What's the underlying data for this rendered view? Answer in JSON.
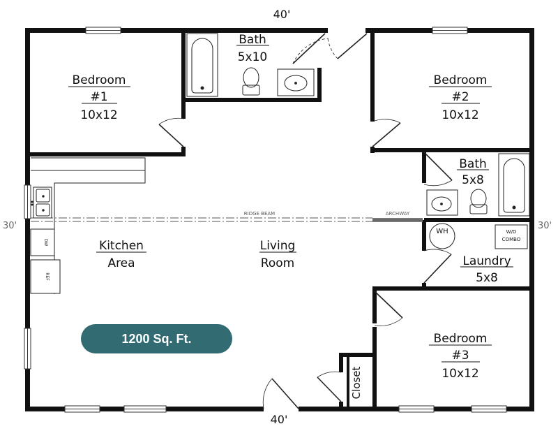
{
  "plan": {
    "dimensions": {
      "top": "40'",
      "bottom": "40'",
      "left": "30'",
      "right": "30'"
    },
    "rooms": {
      "bedroom1": {
        "name": "Bedroom",
        "number": "#1",
        "size": "10x12"
      },
      "bedroom2": {
        "name": "Bedroom",
        "number": "#2",
        "size": "10x12"
      },
      "bedroom3": {
        "name": "Bedroom",
        "number": "#3",
        "size": "10x12"
      },
      "bath1": {
        "name": "Bath",
        "size": "5x10"
      },
      "bath2": {
        "name": "Bath",
        "size": "5x8"
      },
      "laundry": {
        "name": "Laundry",
        "size": "5x8"
      },
      "kitchen": {
        "line1": "Kitchen",
        "line2": "Area"
      },
      "living": {
        "line1": "Living",
        "line2": "Room"
      },
      "closet": {
        "name": "Closet"
      }
    },
    "annotations": {
      "ridge_beam": "RIDGE BEAM",
      "archway": "ARCHWAY",
      "dishwasher": "DW",
      "refrigerator": "REF",
      "water_heater": "WH",
      "washer_dryer_line1": "W/D",
      "washer_dryer_line2": "COMBO"
    },
    "badge": {
      "text": "1200 Sq. Ft.",
      "color": "#336b73"
    }
  }
}
